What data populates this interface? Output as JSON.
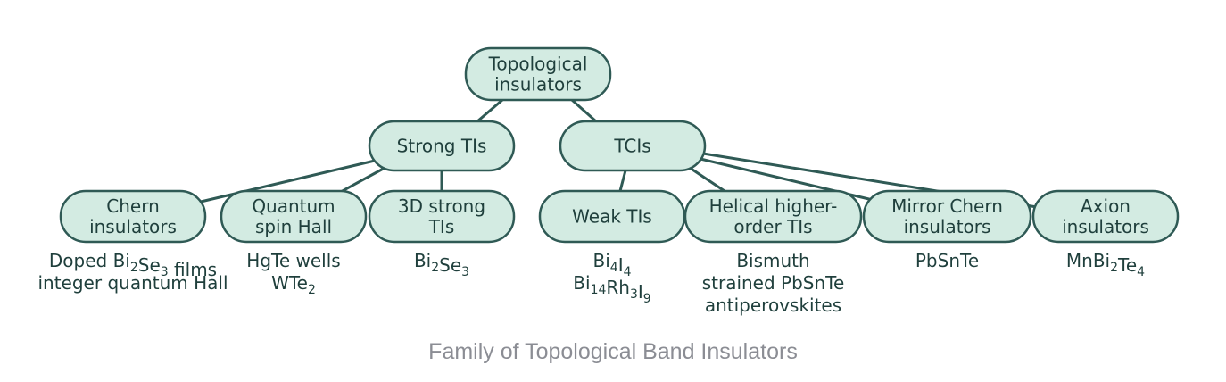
{
  "caption": "Family of Topological Band Insulators",
  "nodes": {
    "root": [
      "Topological",
      "insulators"
    ],
    "strong": [
      "Strong TIs"
    ],
    "tci": [
      "TCIs"
    ],
    "chern": [
      "Chern",
      "insulators"
    ],
    "qsh": [
      "Quantum",
      "spin Hall"
    ],
    "strong3d": [
      "3D strong",
      "TIs"
    ],
    "weak": [
      "Weak TIs"
    ],
    "helical": [
      "Helical higher-",
      "order TIs"
    ],
    "mirror": [
      "Mirror Chern",
      "insulators"
    ],
    "axion": [
      "Axion",
      "insulators"
    ]
  },
  "examples": {
    "chern": [
      [
        [
          "Doped Bi",
          ""
        ],
        [
          "2",
          "sub"
        ],
        [
          "Se",
          ""
        ],
        [
          "3",
          "sub"
        ],
        [
          " films",
          ""
        ]
      ],
      [
        [
          "integer quantum Hall",
          ""
        ]
      ]
    ],
    "qsh": [
      [
        [
          "HgTe wells",
          ""
        ]
      ],
      [
        [
          "WTe",
          ""
        ],
        [
          "2",
          "sub"
        ]
      ]
    ],
    "strong3d": [
      [
        [
          "Bi",
          ""
        ],
        [
          "2",
          "sub"
        ],
        [
          "Se",
          ""
        ],
        [
          "3",
          "sub"
        ]
      ]
    ],
    "weak": [
      [
        [
          "Bi",
          ""
        ],
        [
          "4",
          "sub"
        ],
        [
          "I",
          ""
        ],
        [
          "4",
          "sub"
        ]
      ],
      [
        [
          "Bi",
          ""
        ],
        [
          "14",
          "sub"
        ],
        [
          "Rh",
          ""
        ],
        [
          "3",
          "sub"
        ],
        [
          "I",
          ""
        ],
        [
          "9",
          "sub"
        ]
      ]
    ],
    "helical": [
      [
        [
          "Bismuth",
          ""
        ]
      ],
      [
        [
          "strained PbSnTe",
          ""
        ]
      ],
      [
        [
          "antiperovskites",
          ""
        ]
      ]
    ],
    "mirror": [
      [
        [
          "PbSnTe",
          ""
        ]
      ]
    ],
    "axion": [
      [
        [
          "MnBi",
          ""
        ],
        [
          "2",
          "sub"
        ],
        [
          "Te",
          ""
        ],
        [
          "4",
          "sub"
        ]
      ]
    ]
  },
  "edges": [
    [
      "root",
      "strong"
    ],
    [
      "root",
      "tci"
    ],
    [
      "strong",
      "chern"
    ],
    [
      "strong",
      "qsh"
    ],
    [
      "strong",
      "strong3d"
    ],
    [
      "tci",
      "weak"
    ],
    [
      "tci",
      "helical"
    ],
    [
      "tci",
      "mirror"
    ],
    [
      "tci",
      "axion"
    ]
  ],
  "colors": {
    "node_fill": "#d3ebe2",
    "node_stroke": "#2f5a55",
    "text": "#1f3f3c",
    "caption": "#8b8d94"
  }
}
